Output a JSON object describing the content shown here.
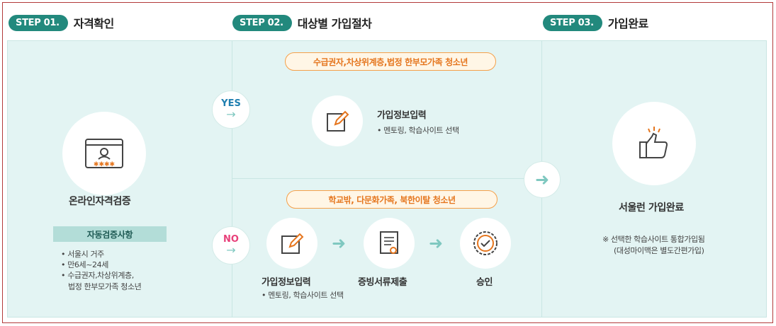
{
  "steps": [
    {
      "badge": "STEP 01.",
      "title": "자격확인"
    },
    {
      "badge": "STEP 02.",
      "title": "대상별 가입절차"
    },
    {
      "badge": "STEP 03.",
      "title": "가입완료"
    }
  ],
  "step1": {
    "label": "온라인자격검증",
    "auto_title": "자동검증사항",
    "auto_items": [
      "서울시 거주",
      "만6세~24세",
      "수급권자,차상위계층,",
      "법정 한부모가족 청소년"
    ]
  },
  "step2": {
    "yes": {
      "badge": "YES",
      "target": "수급권자,차상위계층,법정 한부모가족 청소년",
      "step_label": "가입정보입력",
      "step_note": "멘토링, 학습사이트 선택"
    },
    "no": {
      "badge": "NO",
      "target": "학교밖, 다문화가족, 북한이탈  청소년",
      "steps": [
        "가입정보입력",
        "증빙서류제출",
        "승인"
      ],
      "step_note": "멘토링, 학습사이트 선택"
    }
  },
  "step3": {
    "label": "서울런 가입완료",
    "note_line1": "※ 선택한 학습사이트 통합가입됨",
    "note_line2": "(대성마이맥은 별도간편가입)"
  },
  "colors": {
    "teal": "#22897d",
    "panel_bg": "#e3f4f3",
    "orange": "#e5751d",
    "yes_blue": "#1f7fb0",
    "no_pink": "#e8407a"
  },
  "icons": [
    "id-card-icon",
    "edit-form-icon",
    "document-icon",
    "approval-badge-icon",
    "thumbs-up-icon",
    "arrow-right-icon"
  ]
}
